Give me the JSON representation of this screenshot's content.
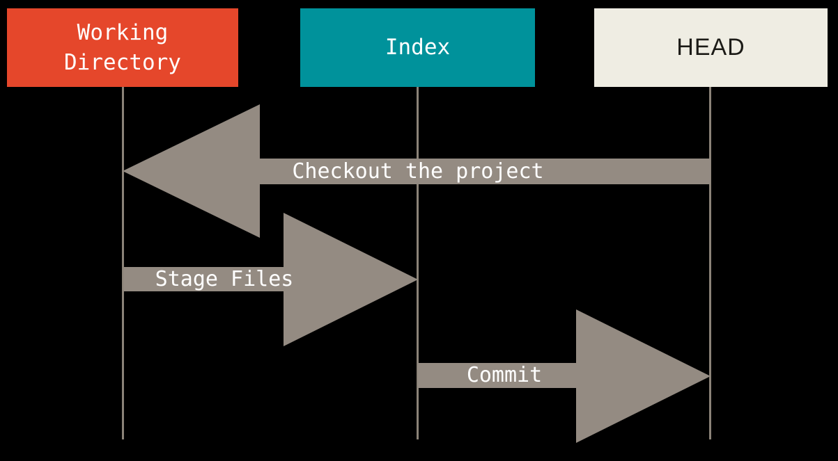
{
  "colors": {
    "working_directory_bg": "#E5472B",
    "index_bg": "#00929B",
    "head_bg": "#EFEDE3",
    "head_text": "#1C1B17",
    "arrow": "#948B82",
    "line": "#8B8378",
    "label_text": "#FFFFFF",
    "background": "#000000"
  },
  "columns": [
    {
      "id": "working-directory",
      "label": "Working\nDirectory"
    },
    {
      "id": "index",
      "label": "Index"
    },
    {
      "id": "head",
      "label": "HEAD"
    }
  ],
  "arrows": [
    {
      "label": "Checkout the project",
      "from": "HEAD",
      "to": "Working Directory",
      "direction": "left"
    },
    {
      "label": "Stage Files",
      "from": "Working Directory",
      "to": "Index",
      "direction": "right"
    },
    {
      "label": "Commit",
      "from": "Index",
      "to": "HEAD",
      "direction": "right"
    }
  ]
}
